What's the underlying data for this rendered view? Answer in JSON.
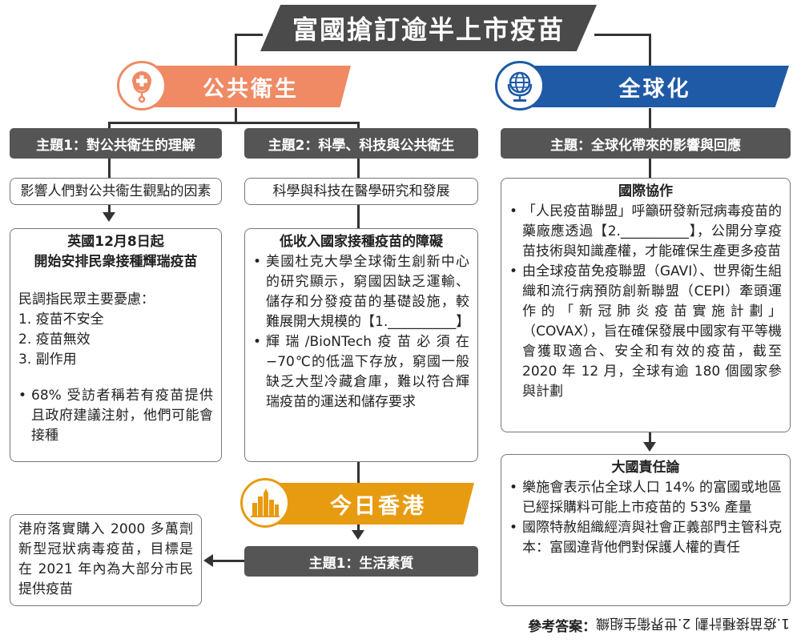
{
  "title": "富國搶訂逾半上市疫苗",
  "sections": {
    "public_health": "公共衛生",
    "globalization": "全球化",
    "hong_kong": "今日香港"
  },
  "themes": {
    "theme1": "主題1：對公共衛生的理解",
    "theme2": "主題2：科學、科技與公共衛生",
    "theme_global": "主題：全球化帶來的影響與回應",
    "theme_hk": "主題1：生活素質"
  },
  "colors": {
    "orange": "#ef8a64",
    "blue": "#1f5aa6",
    "gold": "#e79b10",
    "dark": "#4a4a4a"
  },
  "boxes": {
    "factors": "影響人們對公共衞生觀點的因素",
    "sci_tech": "科學與科技在醫學研究和發展",
    "uk": {
      "heading1": "英國12月8日起",
      "heading2": "開始安排民衆接種輝瑞疫苗",
      "intro": "民調指民眾主要憂慮：",
      "items": [
        "1. 疫苗不安全",
        "2. 疫苗無效",
        "3. 副作用"
      ],
      "bullet": "68% 受訪者稱若有疫苗提供且政府建議注射，他們可能會接種"
    },
    "barriers": {
      "heading": "低收入國家接種疫苗的障礙",
      "bullet1": "美國杜克大學全球衛生創新中心的研究顯示，窮國因缺乏運輸、儲存和分發疫苗的基礎設施，較難展開大規模的【1.__________】",
      "bullet2": "輝瑞/BioNTech疫苗必須在 −70℃的低溫下存放，窮國一般缺乏大型冷藏倉庫，難以符合輝瑞疫苗的運送和儲存要求"
    },
    "cooperation": {
      "heading": "國際協作",
      "bullet1": "「人民疫苗聯盟」呼籲研發新冠病毒疫苗的藥廠應透過【2.__________】，公開分享疫苗技術與知識產權，才能確保生產更多疫苗",
      "bullet2": "由全球疫苗免疫聯盟（GAVI）、世界衛生組織和流行病預防創新聯盟（CEPI）牽頭運作的「新冠肺炎疫苗實施計劃」（COVAX），旨在確保發展中國家有平等機會獲取適合、安全和有效的疫苗，截至 2020 年 12 月，全球有逾 180 個國家參與計劃"
    },
    "responsibility": {
      "heading": "大國責任論",
      "bullet1": "樂施會表示佔全球人口 14% 的富國或地區已經採購料可能上市疫苗的 53% 產量",
      "bullet2": "國際特赦組織經濟與社會正義部門主管科克本：富國違背他們對保護人權的責任"
    },
    "hk": "港府落實購入 2000 多萬劑新型冠狀病毒疫苗，目標是在 2021 年內為大部分市民提供疫苗"
  },
  "answer": {
    "label": "參考答案：",
    "text": "1.疫苗接種計劃 2.世界衞生組織"
  },
  "icons": [
    "medical-icon",
    "globe-icon",
    "city-icon"
  ]
}
